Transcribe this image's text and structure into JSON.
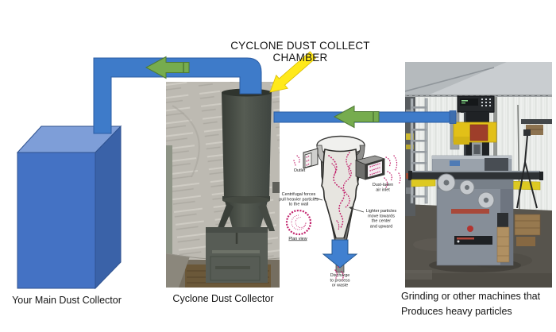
{
  "title": "CYCLONE DUST COLLECT CHAMBER",
  "captions": {
    "main_collector": "Your Main Dust Collector",
    "cyclone_collector": "Cyclone Dust Collector",
    "grinding": "Grinding or other machines that\nProduces heavy particles"
  },
  "inset_labels": {
    "outlet": "Outlet",
    "dust_laden_air_inlet": "Dust-laden\nair inlet",
    "centrifugal": "Centrifugal forces\npull heavier particles\nto the wall",
    "plan_view": "Plan view",
    "lighter_particles": "Lighter particles\nmove towards\nthe center\nand upward",
    "discharge": "Discharge\nto process\nor waste"
  },
  "colors": {
    "pipe_blue": "#3E7BC9",
    "box_front": "#4472C4",
    "box_top": "#7E9ED8",
    "box_side": "#3A62A8",
    "flow_arrow_green": "#76AC4E",
    "pointer_arrow_yellow": "#FFE91A",
    "inset_particle_pink": "#C2246D",
    "discharge_arrow_blue": "#4080D0"
  }
}
